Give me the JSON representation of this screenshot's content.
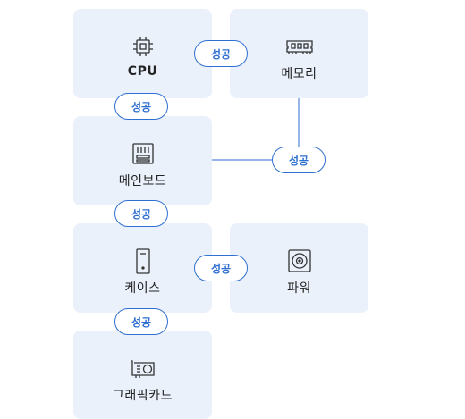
{
  "components": {
    "cpu": {
      "label": "CPU",
      "icon": "cpu-icon"
    },
    "memory": {
      "label": "메모리",
      "icon": "memory-icon"
    },
    "motherboard": {
      "label": "메인보드",
      "icon": "motherboard-icon"
    },
    "case": {
      "label": "케이스",
      "icon": "case-icon"
    },
    "power": {
      "label": "파워",
      "icon": "power-supply-icon"
    },
    "gpu": {
      "label": "그래픽카드",
      "icon": "graphics-card-icon"
    }
  },
  "connections": [
    {
      "from": "cpu",
      "to": "memory",
      "status": "성공"
    },
    {
      "from": "cpu",
      "to": "motherboard",
      "status": "성공"
    },
    {
      "from": "memory",
      "to": "motherboard",
      "status": "성공"
    },
    {
      "from": "motherboard",
      "to": "case",
      "status": "성공"
    },
    {
      "from": "case",
      "to": "power",
      "status": "성공"
    },
    {
      "from": "case",
      "to": "gpu",
      "status": "성공"
    }
  ],
  "colors": {
    "card_background": "#eaf1fb",
    "accent": "#2f6fd0",
    "icon": "#333333"
  }
}
